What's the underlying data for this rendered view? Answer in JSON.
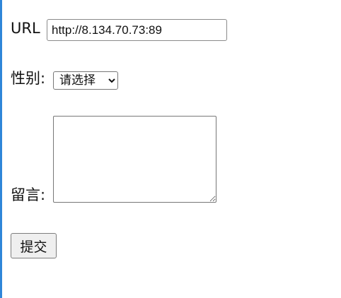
{
  "form": {
    "url_label": "URL",
    "url_value": "http://8.134.70.73:89",
    "gender_label": "性别:",
    "gender_selected": "请选择",
    "message_label": "留言:",
    "message_value": "",
    "submit_label": "提交"
  }
}
